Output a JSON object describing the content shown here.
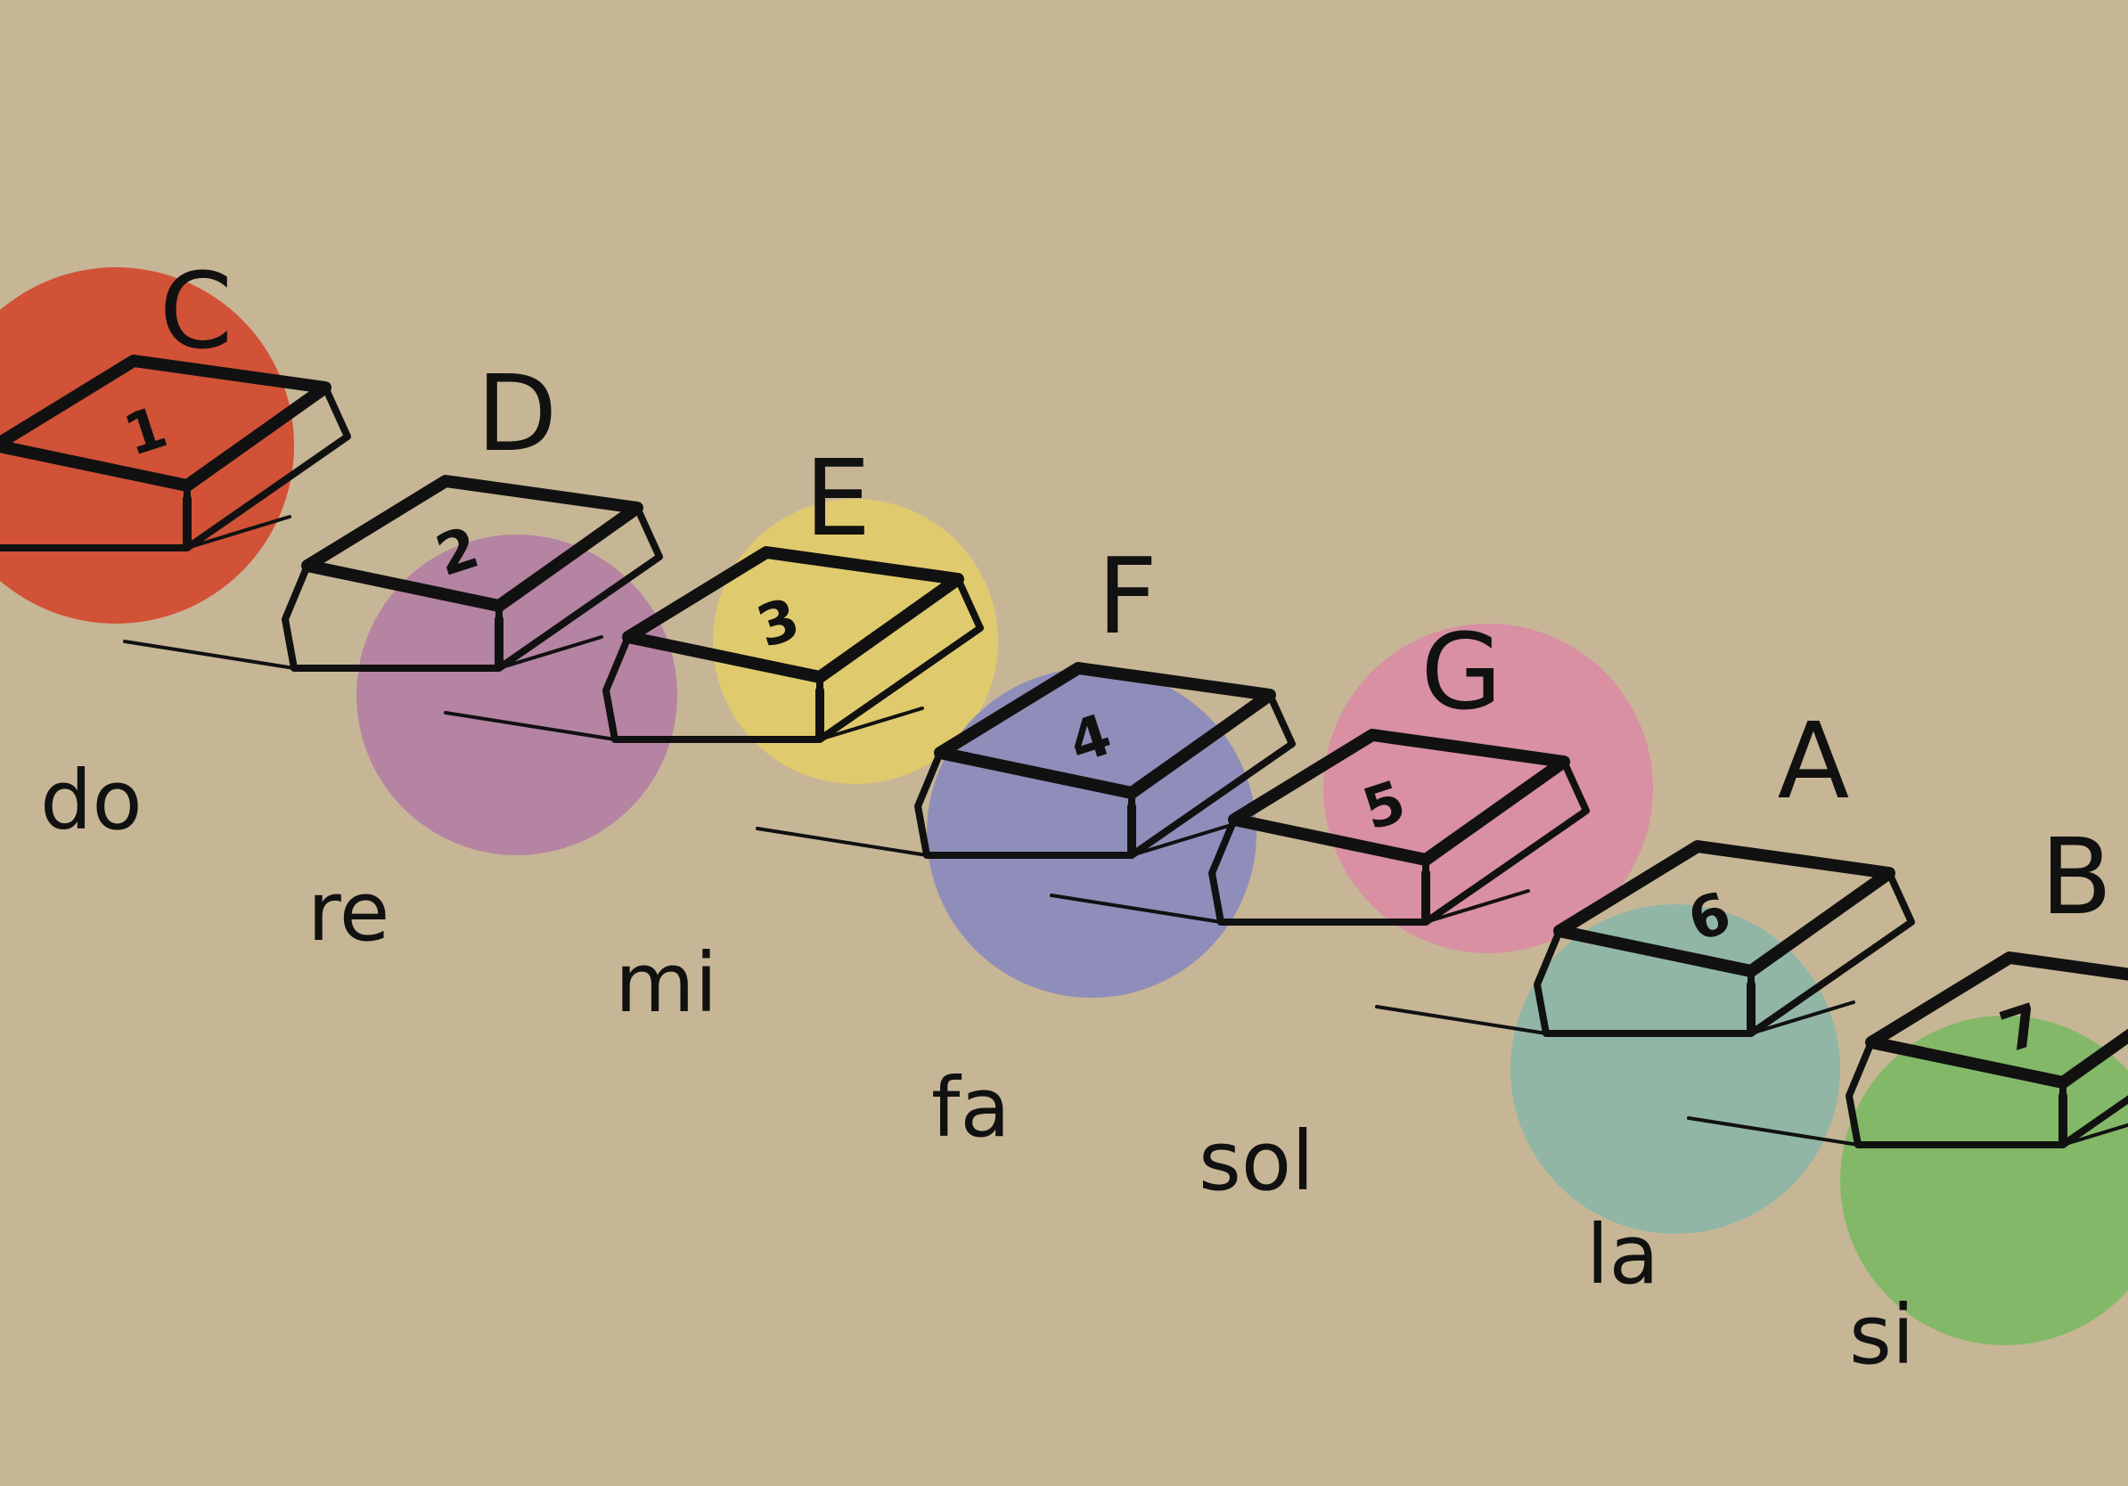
{
  "notes": [
    {
      "letter": "C",
      "solfege": "do",
      "number": "1",
      "color": "#d24d32"
    },
    {
      "letter": "D",
      "solfege": "re",
      "number": "2",
      "color": "#b482a2"
    },
    {
      "letter": "E",
      "solfege": "mi",
      "number": "3",
      "color": "#e0cb6c"
    },
    {
      "letter": "F",
      "solfege": "fa",
      "number": "4",
      "color": "#8c8cbc"
    },
    {
      "letter": "G",
      "solfege": "sol",
      "number": "5",
      "color": "#d98ea2"
    },
    {
      "letter": "A",
      "solfege": "la",
      "number": "6",
      "color": "#8fb6a6"
    },
    {
      "letter": "B",
      "solfege": "si",
      "number": "7",
      "color": "#7fb865"
    }
  ]
}
